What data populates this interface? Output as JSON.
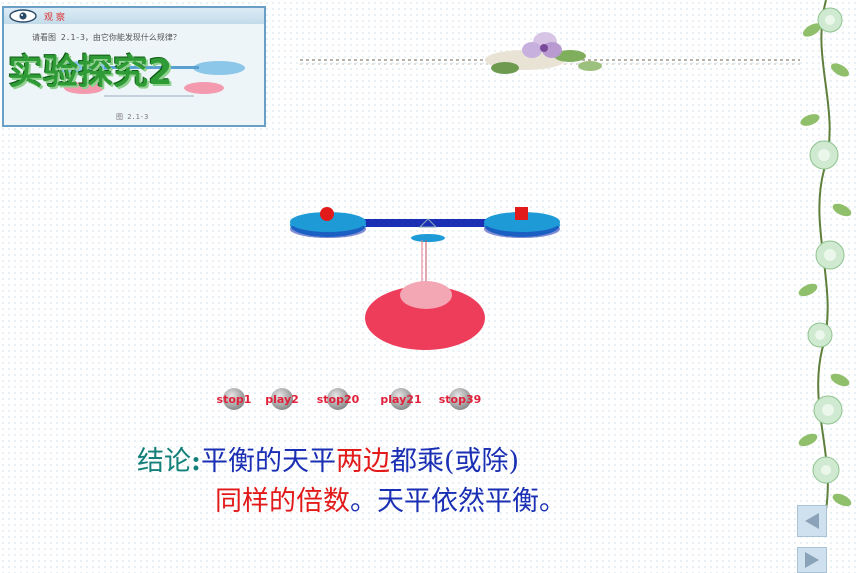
{
  "slide": {
    "title": "实验探究2",
    "thumbnail": {
      "tag": "观 察",
      "question": "请看图 2.1-3，由它你能发现什么规律？",
      "figure_label": "图 2.1-3"
    },
    "buttons": [
      {
        "label": "stop1"
      },
      {
        "label": "play2"
      },
      {
        "label": "stop20"
      },
      {
        "label": "play21"
      },
      {
        "label": "stop39"
      }
    ],
    "conclusion": {
      "line1": {
        "prefix": "结论",
        "colon": ":",
        "part1": "平衡的天平",
        "part2": "两边",
        "part3": "都乘(或除)"
      },
      "line2": {
        "part1": "同样的倍数",
        "part2": "。天平依然平衡。"
      }
    },
    "nav": {
      "prev_icon": "left-triangle-icon",
      "next_icon": "right-triangle-icon"
    },
    "colors": {
      "title_green": "#2f9b36",
      "teal": "#14807a",
      "red": "#e21a1a",
      "blue": "#1a2fb3",
      "pan_blue": "#1e9ad6",
      "base_pink": "#ee3d5a"
    }
  }
}
